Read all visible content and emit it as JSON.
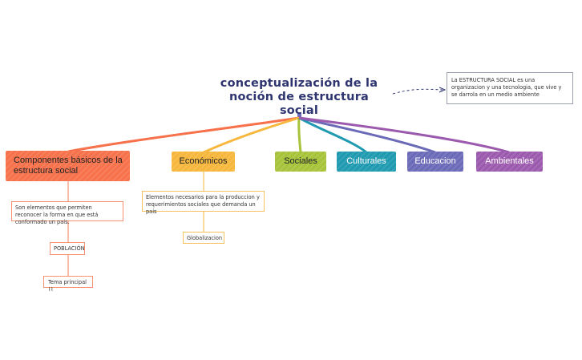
{
  "title": "conceptualización de la noción de estructura social",
  "note": "La ESTRUCTURA SOCIAL es una organizacion y una tecnologia, que vive y se darrola en un medio ambiente",
  "branches": {
    "componentes": "Componentes básicos de la estructura social",
    "economicos": "Económicos",
    "sociales": "Sociales",
    "culturales": "Culturales",
    "educacion": "Educacion",
    "ambientales": "Ambientales"
  },
  "componentes_sub": {
    "desc": "Son elementos que permiten reconocer la forma en que está conformado un país.",
    "poblacion": "POBLACIÓN",
    "tema": "Tema principal ⌇⌇"
  },
  "economicos_sub": {
    "desc": "Elementos necesarios para la produccion y requerimientos sociales que demanda un país",
    "globalizacion": "Globalizacion"
  },
  "colors": {
    "componentes": "#f7714b",
    "economicos": "#f6b73c",
    "sociales": "#a7c33a",
    "culturales": "#1f9ab0",
    "educacion": "#6b6ab8",
    "ambientales": "#9c5aae",
    "title": "#2e3470"
  }
}
